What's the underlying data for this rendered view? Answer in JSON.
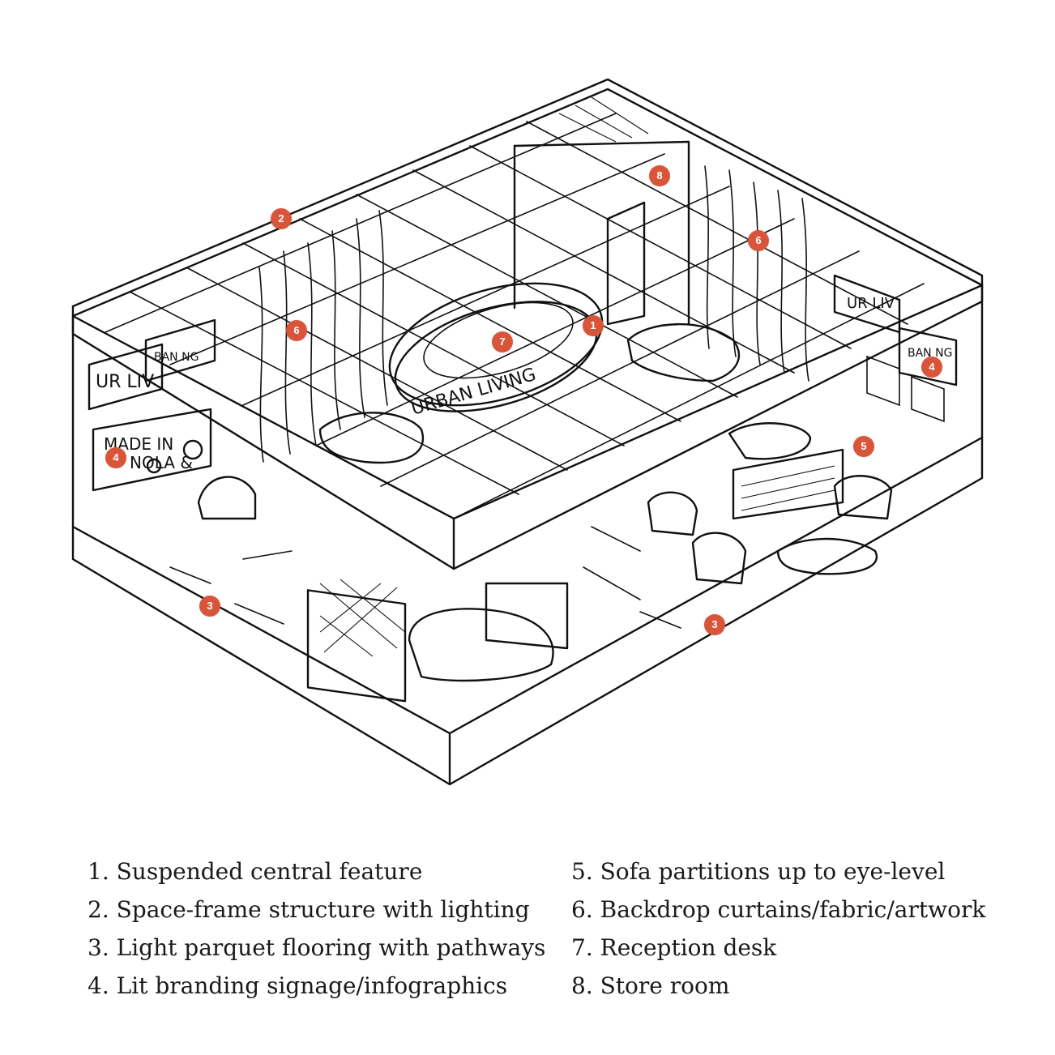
{
  "theme": {
    "callout_color": "#d9553a",
    "ink_color": "#111111"
  },
  "signage": {
    "main_ring": "URBAN LIVING",
    "left_sign": "UR LIV",
    "left_small": "BAN NG",
    "left_handwritten_1": "MADE IN",
    "left_handwritten_2": "NOLA &",
    "right_sign": "UR LIV",
    "right_small": "BAN NG"
  },
  "callouts": [
    {
      "num": "1"
    },
    {
      "num": "2"
    },
    {
      "num": "3"
    },
    {
      "num": "3"
    },
    {
      "num": "4"
    },
    {
      "num": "4"
    },
    {
      "num": "5"
    },
    {
      "num": "6"
    },
    {
      "num": "6"
    },
    {
      "num": "7"
    },
    {
      "num": "8"
    }
  ],
  "legend": {
    "left": [
      "1. Suspended central feature",
      "2. Space-frame structure with lighting",
      "3. Light parquet flooring with pathways",
      "4. Lit branding signage/infographics"
    ],
    "right": [
      "5. Sofa partitions up to eye-level",
      "6. Backdrop curtains/fabric/artwork",
      "7. Reception desk",
      "8. Store room"
    ]
  }
}
